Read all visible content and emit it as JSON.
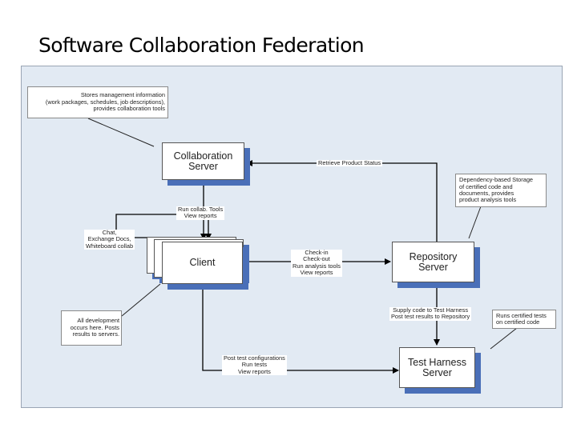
{
  "title": "Software Collaboration Federation",
  "boxes": {
    "collab": "Collaboration\nServer",
    "client": "Client",
    "repo": "Repository\nServer",
    "test": "Test Harness\nServer"
  },
  "notes": {
    "collab": "Stores management information\n(work packages, schedules, job descriptions),\nprovides collaboration tools",
    "repo": "Dependency-based Storage\nof certified code and\ndocuments, provides\nproduct analysis tools",
    "client": "All development\noccurs here. Posts\nresults to servers.",
    "test": "Runs certified tests\non certified code"
  },
  "labels": {
    "retrieve": "Retrieve Product Status",
    "run_collab": "Run collab. Tools\nView reports",
    "chat": "Chat,\nExchange Docs,\nWhiteboard collab",
    "checkin": "Check-in\nCheck-out\nRun analysis tools\nView reports",
    "supply": "Supply code to Test Harness\nPost test results to Repository",
    "post_test": "Post test configurations\nRun tests\nView reports"
  }
}
